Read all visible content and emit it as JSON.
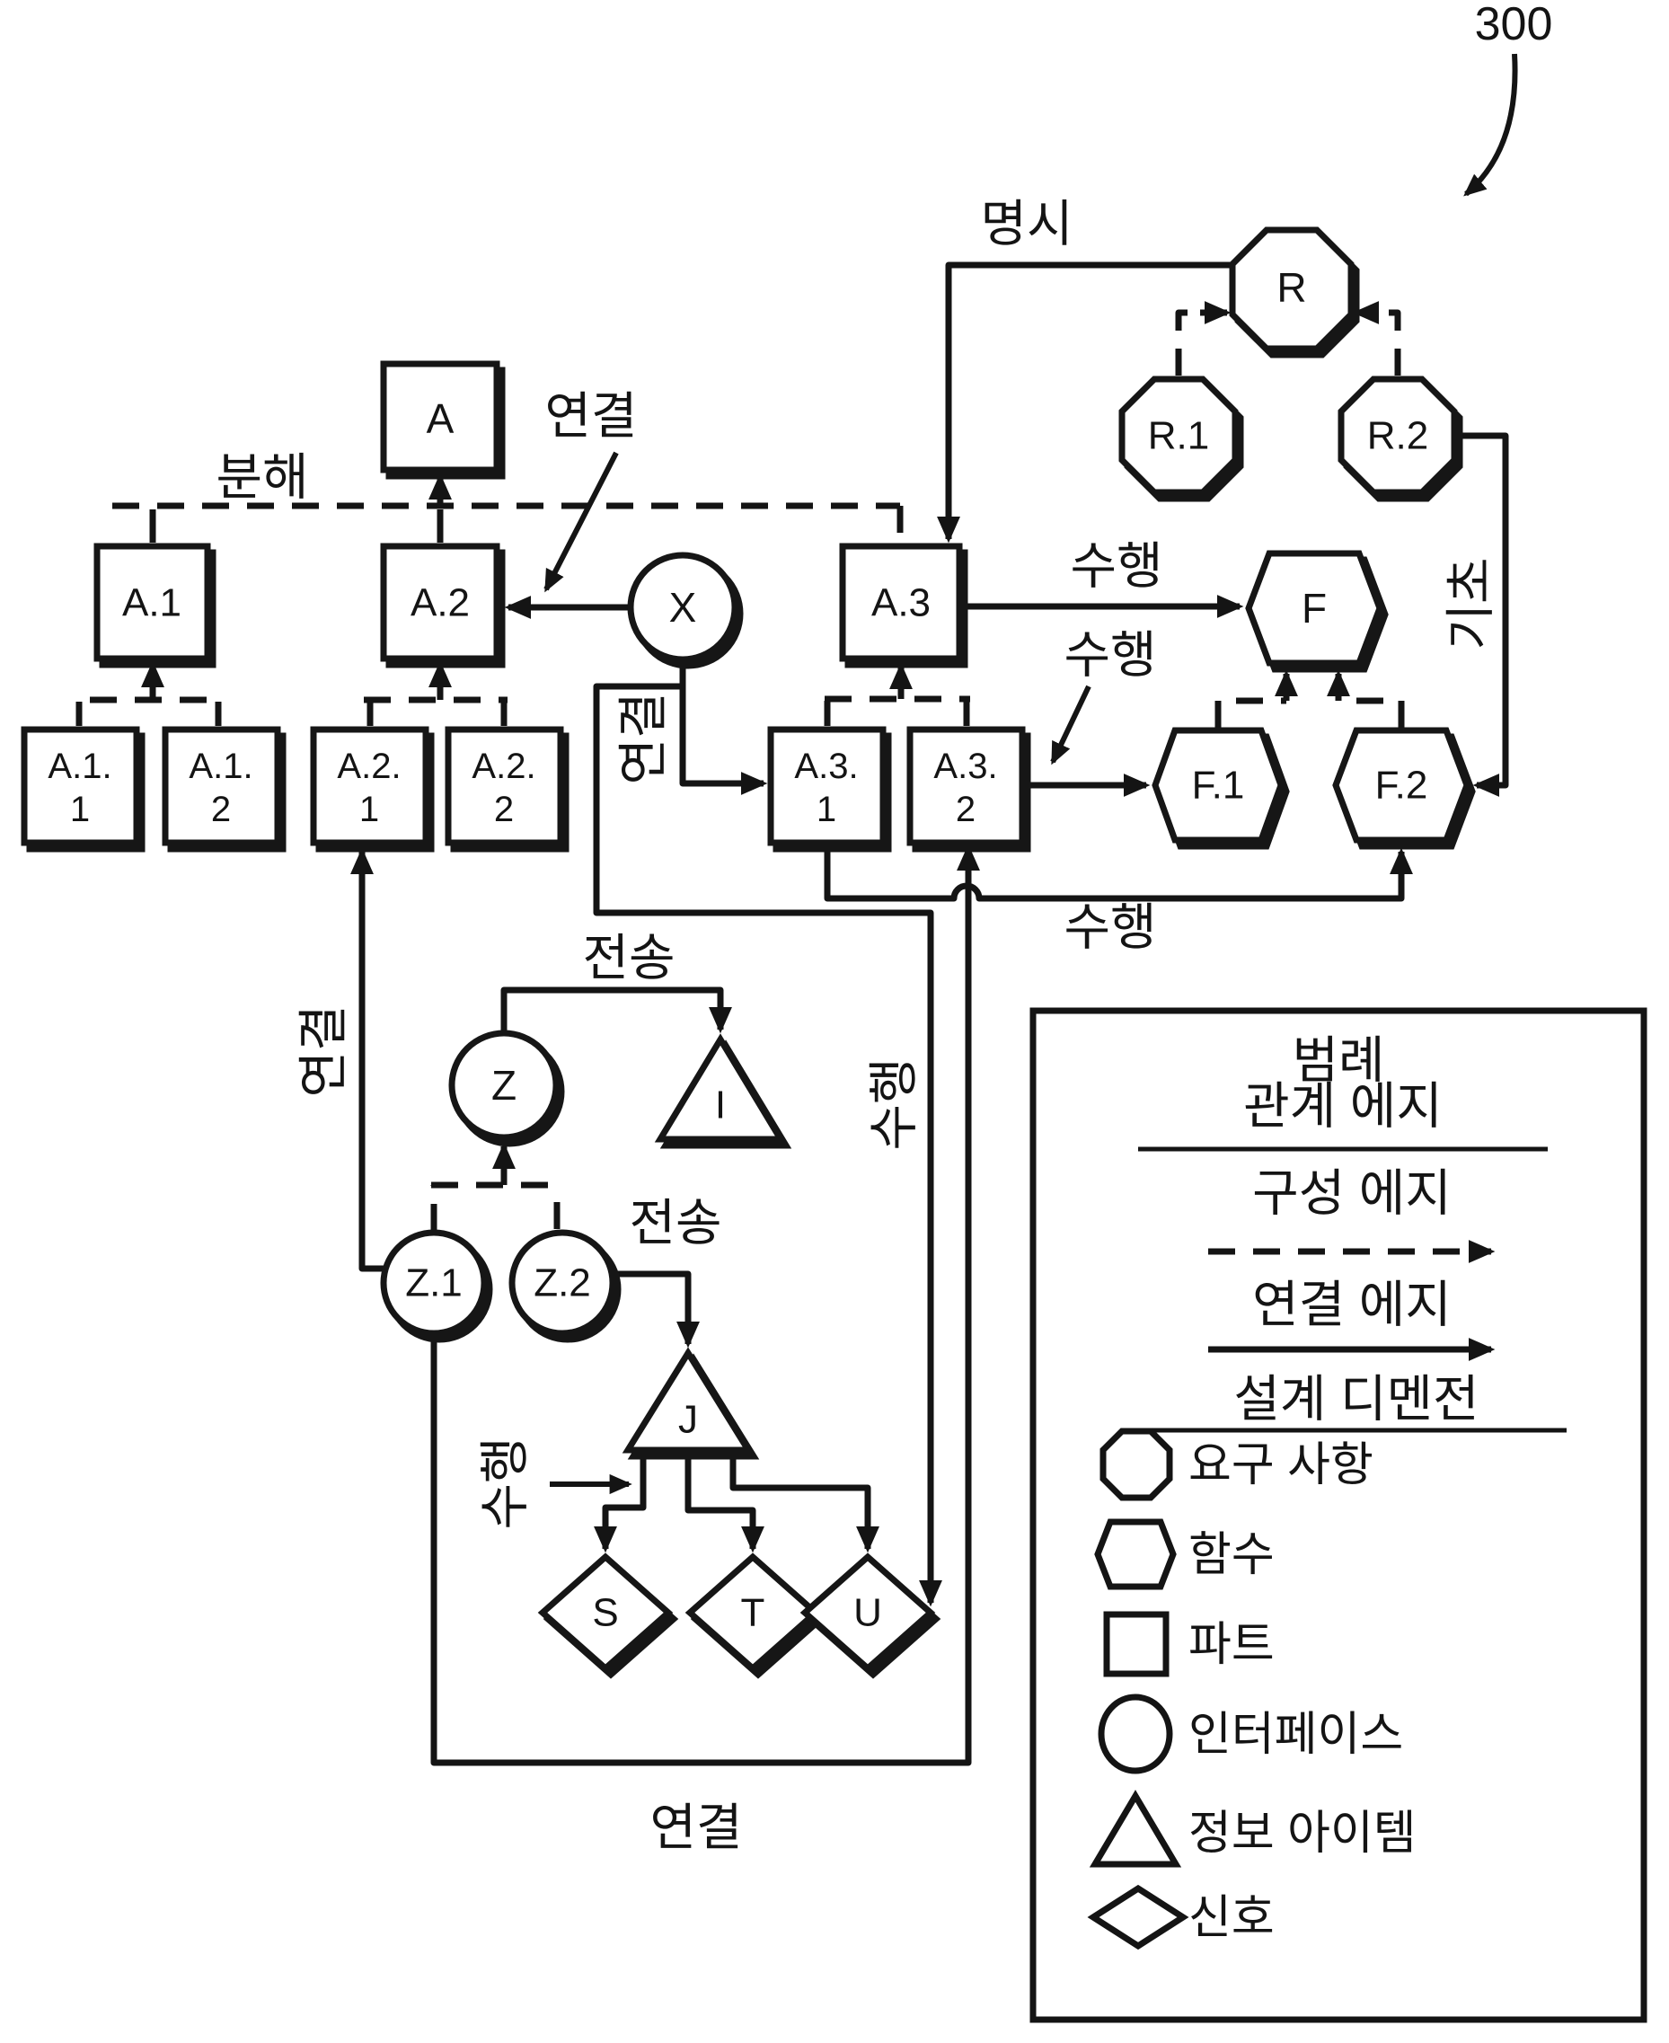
{
  "figure_label": "300",
  "colors": {
    "ink": "#141414",
    "paper": "#ffffff"
  },
  "nodes": {
    "a": "A",
    "a1": "A.1",
    "a2": "A.2",
    "a3": "A.3",
    "a11": [
      "A.1.",
      "1"
    ],
    "a12": [
      "A.1.",
      "2"
    ],
    "a21": [
      "A.2.",
      "1"
    ],
    "a22": [
      "A.2.",
      "2"
    ],
    "a31": [
      "A.3.",
      "1"
    ],
    "a32": [
      "A.3.",
      "2"
    ],
    "x": "X",
    "z": "Z",
    "z1": "Z.1",
    "z2": "Z.2",
    "r": "R",
    "r1": "R.1",
    "r2": "R.2",
    "f": "F",
    "f1": "F.1",
    "f2": "F.2",
    "i": "I",
    "j": "J",
    "s": "S",
    "t": "T",
    "u": "U"
  },
  "edge_labels": {
    "specify": "명시",
    "decompose": "분해",
    "connect": "연결",
    "perform": "수행",
    "transmit": "전송",
    "basis": "기초"
  },
  "legend": {
    "title": "범례",
    "relation_edge_header": "관계 에지",
    "composition_edge": "구성 에지",
    "connection_edge": "연결 에지",
    "design_dimension_header": "설계 디멘전",
    "items": [
      {
        "icon": "octagon-icon",
        "label": "요구 사항"
      },
      {
        "icon": "hexagon-icon",
        "label": "함수"
      },
      {
        "icon": "square-icon",
        "label": "파트"
      },
      {
        "icon": "circle-icon",
        "label": "인터페이스"
      },
      {
        "icon": "triangle-icon",
        "label": "정보 아이템"
      },
      {
        "icon": "diamond-icon",
        "label": "신호"
      }
    ]
  }
}
